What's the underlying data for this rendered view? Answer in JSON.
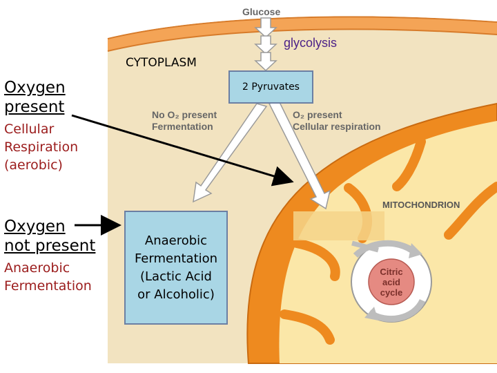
{
  "diagram": {
    "glucose_label": "Glucose",
    "glycolysis_label": "glycolysis",
    "cytoplasm_label": "CYTOPLASM",
    "pyruvates_label": "2 Pyruvates",
    "no_o2_branch": {
      "line1": "No O₂ present",
      "line2": "Fermentation"
    },
    "o2_branch": {
      "line1": "O₂ present",
      "line2": "Cellular respiration"
    },
    "mitochondrion_label": "MITOCHONDRION",
    "citric_cycle": {
      "line1": "Citric",
      "line2": "acid",
      "line3": "cycle"
    },
    "fermentation_box": {
      "line1": "Anaerobic",
      "line2": "Fermentation",
      "line3": "(Lactic Acid",
      "line4": "or Alcoholic)"
    }
  },
  "left_panel": {
    "oxygen_present": {
      "heading_line1": "Oxygen",
      "heading_line2": "present",
      "sub_line1": "Cellular",
      "sub_line2": "Respiration",
      "sub_line3": "(aerobic)"
    },
    "oxygen_absent": {
      "heading_line1": "Oxygen",
      "heading_line2": "not present",
      "sub_line1": "Anaerobic",
      "sub_line2": "Fermentation"
    }
  },
  "colors": {
    "cytoplasm": "#f2e3c0",
    "mitochondrion_outer": "#ee8a1f",
    "mitochondrion_inner": "#fbe7a8",
    "citric_cycle_fill": "#e58a82",
    "glycolysis_text": "#4a1f87",
    "box_fill": "#a9d6e5",
    "side_subtext": "#9b1c1c"
  }
}
